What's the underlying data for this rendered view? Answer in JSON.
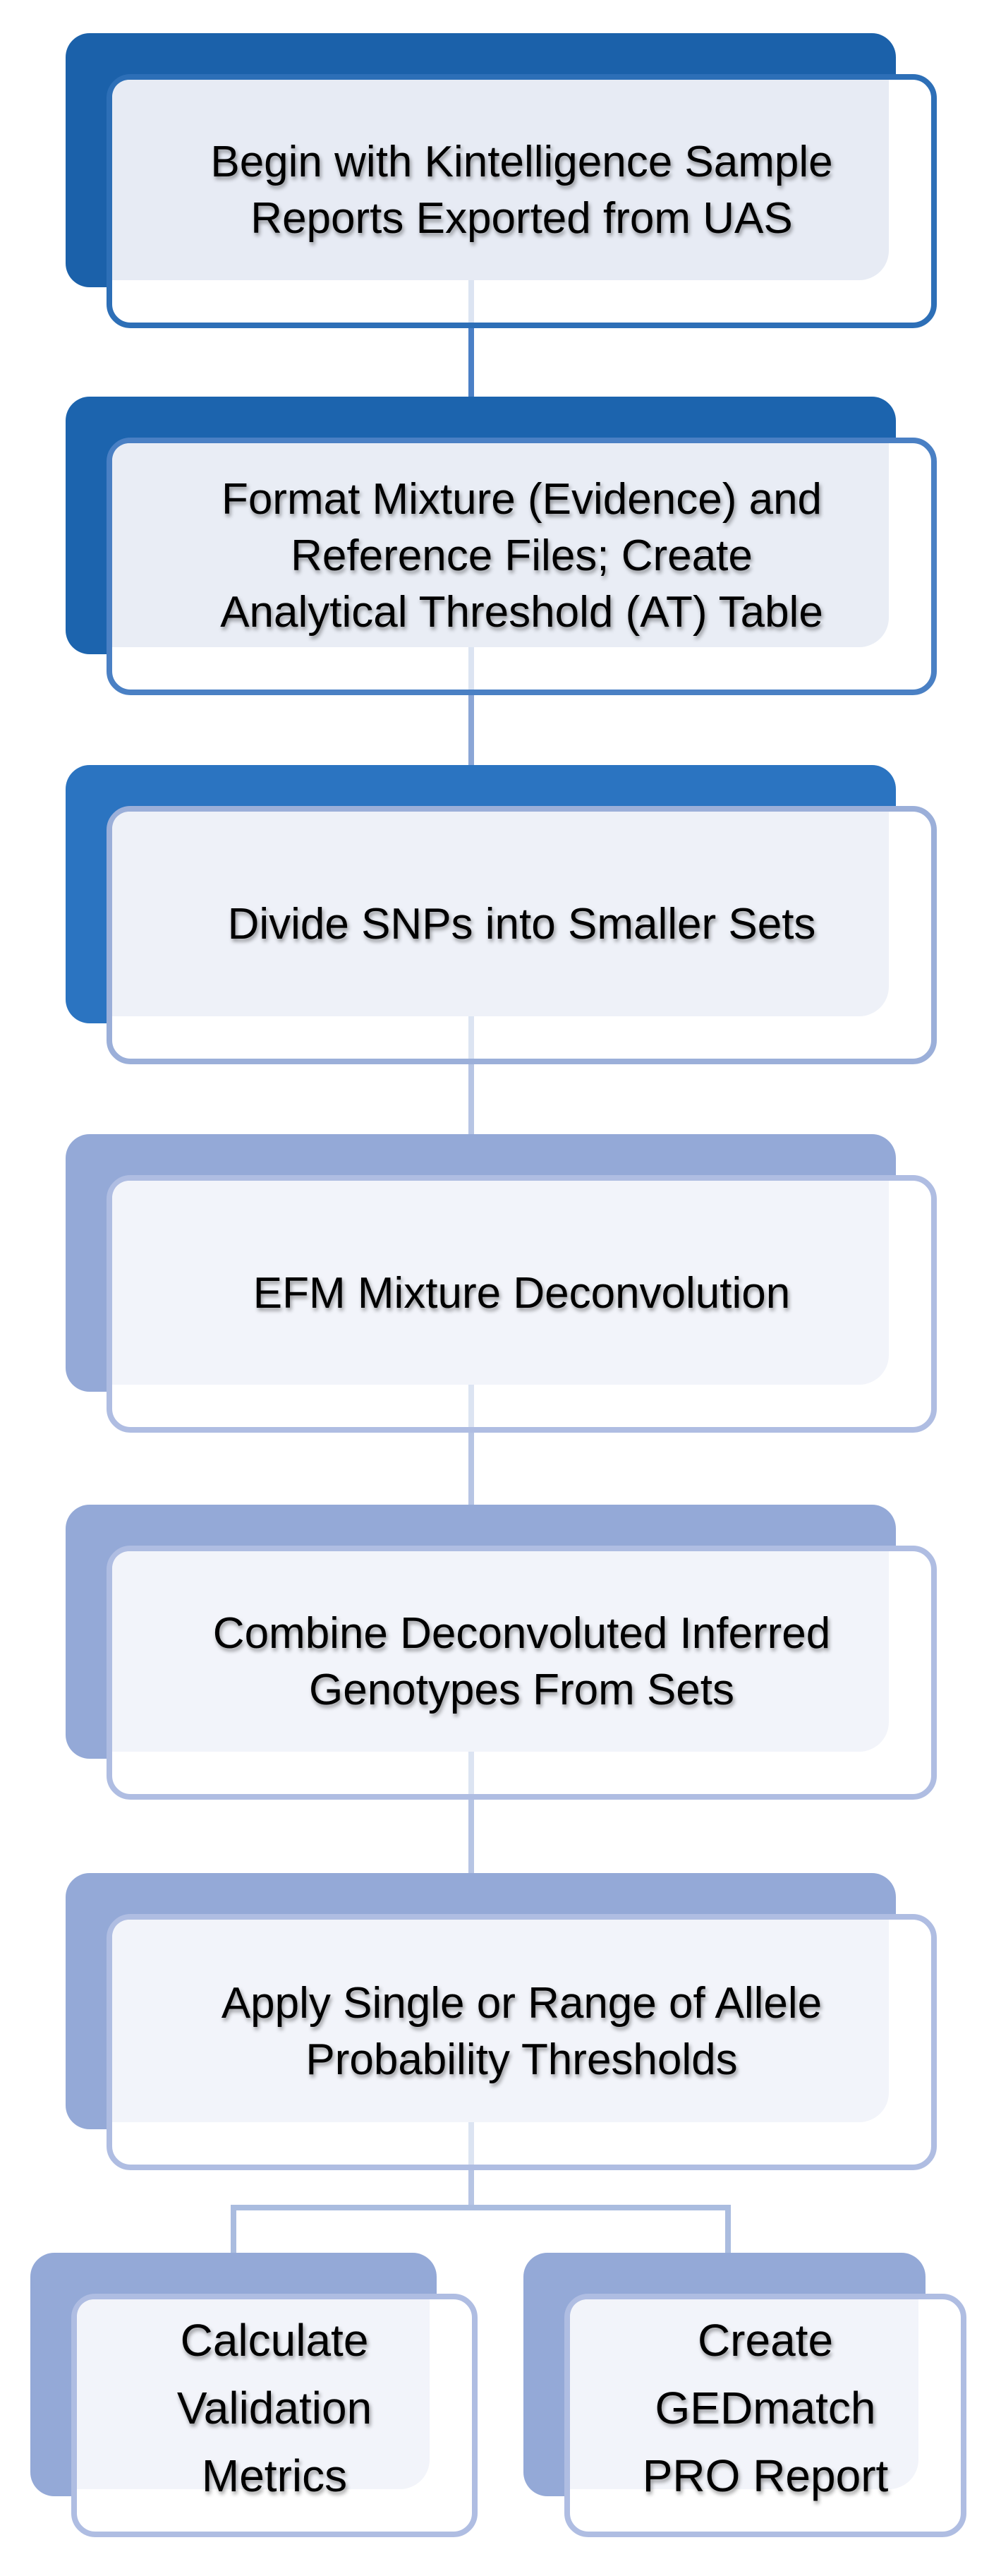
{
  "figure": {
    "type": "flowchart",
    "direction": "top-down",
    "description": "Workflow from Kintelligence sample reports through EFM mixture deconvolution to validation metrics and GEDmatch PRO report"
  },
  "palette": {
    "step_dark_blue_shadow": "#1b61aa",
    "step_dark_blue_border": "#2d6fb7",
    "step_dark_blue_fill": "#e7ebf4",
    "step_mid_blue_shadow": "#2b74c1",
    "step_mid_blue_border": "#9bafd9",
    "step_light_periwinkle_shadow": "#94a9d7",
    "step_light_periwinkle_border": "#afbde2",
    "step_light_periwinkle_fill": "#f2f4fa",
    "connector_strong": "#4b80c6",
    "connector_medium": "#8ba6d6",
    "connector_light": "#b7c5e4",
    "branch_lines": "#aabcdf",
    "text": "#000000",
    "background": "#ffffff"
  },
  "flowchart": {
    "nodes": [
      {
        "id": "begin-uas-export",
        "variant": "blue1",
        "lines": [
          "Begin with Kintelligence Sample",
          "Reports Exported from UAS"
        ]
      },
      {
        "id": "format-files-at-table",
        "variant": "blue2",
        "lines": [
          "Format Mixture (Evidence) and",
          "Reference Files; Create",
          "Analytical Threshold (AT) Table"
        ]
      },
      {
        "id": "divide-snps",
        "variant": "mid",
        "lines": [
          "Divide SNPs into Smaller Sets"
        ]
      },
      {
        "id": "efm-deconvolution",
        "variant": "light",
        "lines": [
          "EFM Mixture Deconvolution"
        ]
      },
      {
        "id": "combine-genotypes",
        "variant": "light",
        "lines": [
          "Combine Deconvoluted Inferred",
          "Genotypes From Sets"
        ]
      },
      {
        "id": "apply-thresholds",
        "variant": "light",
        "lines": [
          "Apply Single or Range of Allele",
          "Probability Thresholds"
        ]
      },
      {
        "id": "calculate-validation-metrics",
        "variant": "light",
        "lines": [
          "Calculate",
          "Validation",
          "Metrics"
        ]
      },
      {
        "id": "create-gedmatch-pro-report",
        "variant": "light",
        "lines": [
          "Create",
          "GEDmatch",
          "PRO Report"
        ]
      }
    ],
    "edges": [
      {
        "from": 0,
        "to": 1
      },
      {
        "from": 1,
        "to": 2
      },
      {
        "from": 2,
        "to": 3
      },
      {
        "from": 3,
        "to": 4
      },
      {
        "from": 4,
        "to": 5
      },
      {
        "from": 5,
        "to": 6
      },
      {
        "from": 5,
        "to": 7
      }
    ]
  }
}
